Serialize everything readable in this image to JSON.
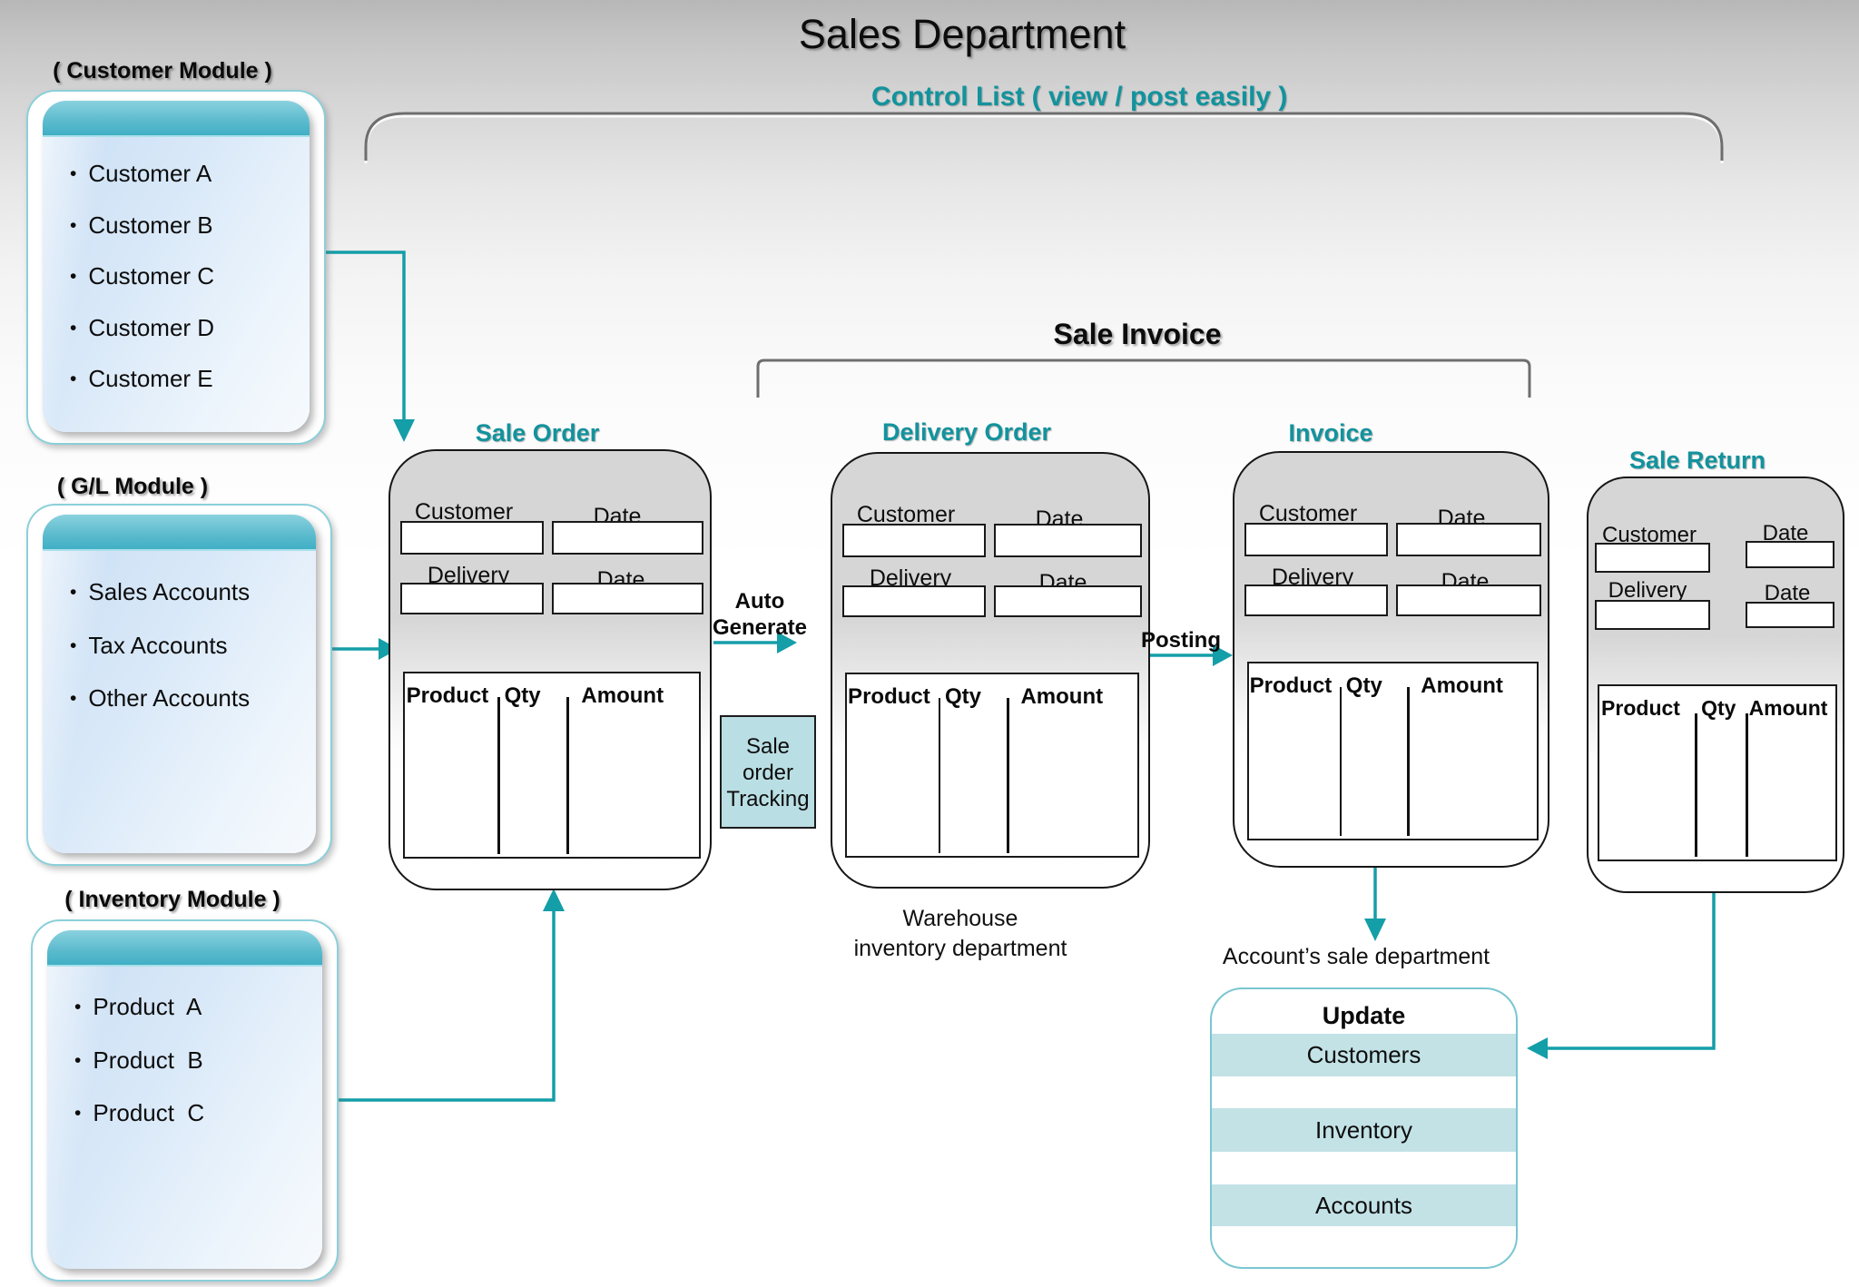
{
  "colors": {
    "accent": "#12939D",
    "arrow": "#149EA8",
    "stripe_fill": "#C2E2E6",
    "tracking_fill": "#B9DEE3"
  },
  "header": {
    "title": "Sales Department",
    "control_list": "Control List ( view / post easily )",
    "sale_invoice": "Sale Invoice"
  },
  "modules": [
    {
      "id": "customer-module",
      "label": "( Customer Module )",
      "items": [
        "Customer A",
        "Customer B",
        "Customer C",
        "Customer D",
        "Customer E"
      ]
    },
    {
      "id": "gl-module",
      "label": "( G/L Module )",
      "items": [
        "Sales Accounts",
        "Tax Accounts",
        "Other Accounts"
      ]
    },
    {
      "id": "inventory-module",
      "label": "( Inventory Module )",
      "items": [
        "Product  A",
        "Product  B",
        "Product  C"
      ]
    }
  ],
  "forms": [
    {
      "id": "sale-order",
      "title": "Sale Order",
      "labels": {
        "customer": "Customer",
        "date_top": "Date",
        "delivery": "Delivery",
        "date_bottom": "Date"
      },
      "columns": [
        "Product",
        "Qty",
        "Amount"
      ]
    },
    {
      "id": "delivery-order",
      "title": "Delivery Order",
      "labels": {
        "customer": "Customer",
        "date_top": "Date",
        "delivery": "Delivery",
        "date_bottom": "Date"
      },
      "columns": [
        "Product",
        "Qty",
        "Amount"
      ]
    },
    {
      "id": "invoice",
      "title": "Invoice",
      "labels": {
        "customer": "Customer",
        "date_top": "Date",
        "delivery": "Delivery",
        "date_bottom": "Date"
      },
      "columns": [
        "Product",
        "Qty",
        "Amount"
      ]
    },
    {
      "id": "sale-return",
      "title": "Sale Return",
      "labels": {
        "customer": "Customer",
        "date_top": "Date",
        "delivery": "Delivery",
        "date_bottom": "Date"
      },
      "columns": [
        "Product",
        "Qty",
        "Amount"
      ]
    }
  ],
  "flow": {
    "auto_generate": [
      "Auto",
      "Generate"
    ],
    "posting": "Posting",
    "tracking": [
      "Sale",
      "order",
      "Tracking"
    ]
  },
  "captions": {
    "warehouse": [
      "Warehouse",
      "inventory department"
    ],
    "accounts": "Account’s sale department"
  },
  "update": {
    "title": "Update",
    "rows": [
      "Customers",
      "Inventory",
      "Accounts"
    ]
  }
}
